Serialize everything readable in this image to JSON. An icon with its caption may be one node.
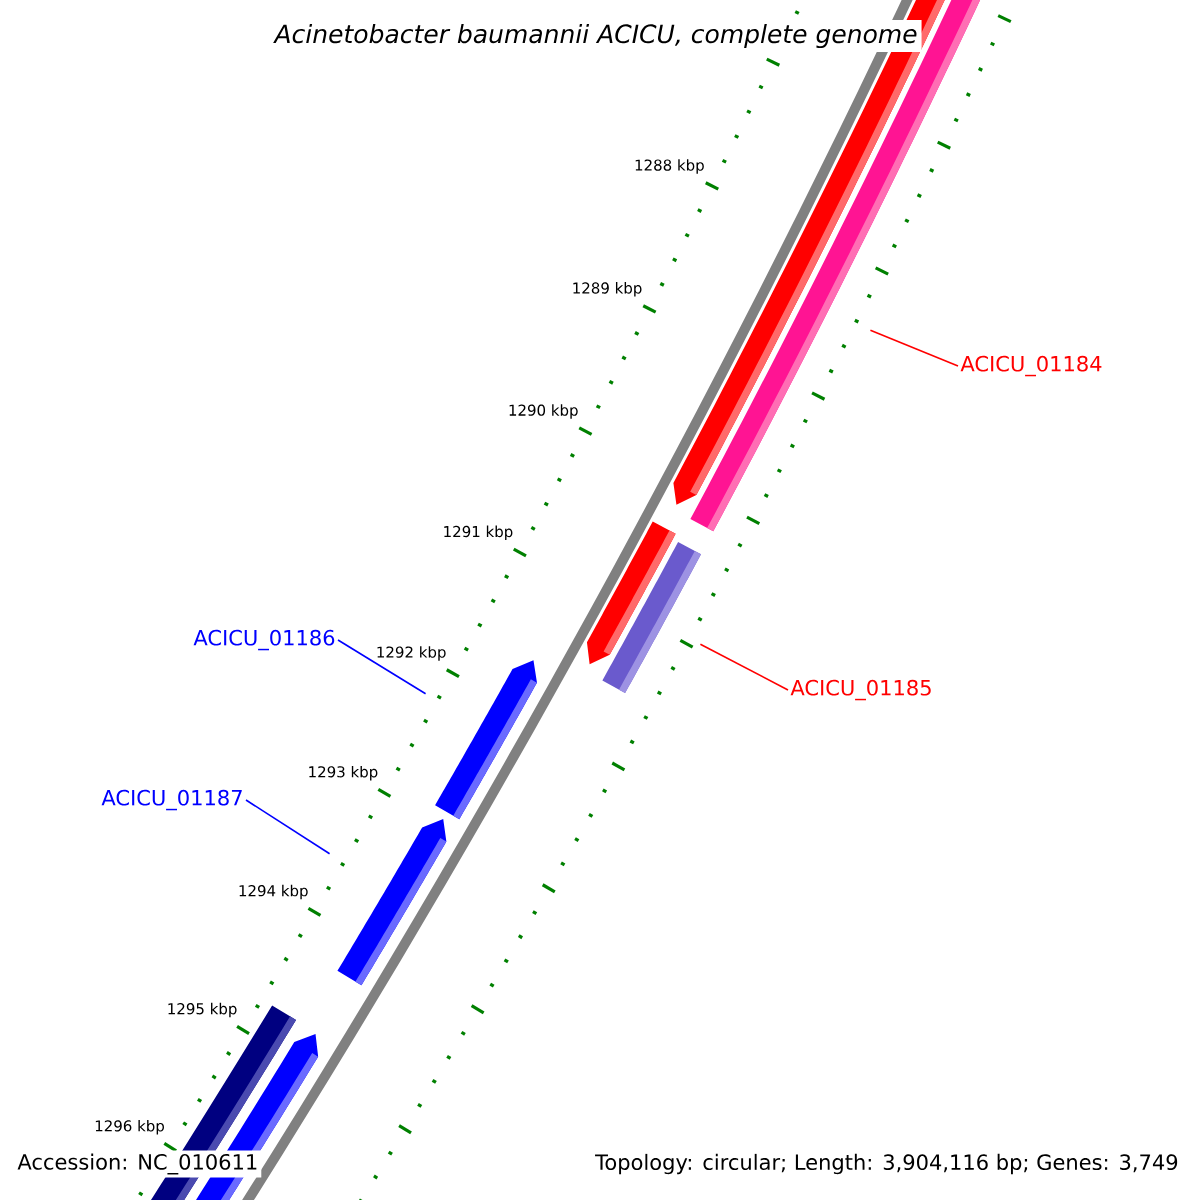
{
  "diagram": {
    "title": "Acinetobacter baumannii ACICU, complete genome",
    "nodes": [
      {
        "text": [
          "ACICU_01184"
        ]
      },
      {
        "text": [
          "ACICU_01185"
        ]
      },
      {
        "text": [
          "ACICU_01186"
        ]
      },
      {
        "text": [
          "ACICU_01187"
        ]
      },
      {
        "text": [],
        "shape": "bar"
      },
      {
        "text": [],
        "shape": "bar"
      },
      {
        "text": [],
        "shape": "bar"
      },
      {
        "text": [],
        "shape": "bar"
      }
    ],
    "edges": [
      {
        "from": 0,
        "to": 4,
        "arrow": "none",
        "color": "#ff0000"
      },
      {
        "from": 1,
        "to": 5,
        "arrow": "none",
        "color": "#ff0000"
      },
      {
        "from": 2,
        "to": 6,
        "arrow": "none",
        "color": "#0000ff"
      },
      {
        "from": 3,
        "to": 7,
        "arrow": "none",
        "color": "#0000ff"
      }
    ],
    "labels": [
      "1288 kbp",
      "1289 kbp",
      "1290 kbp",
      "1291 kbp",
      "1292 kbp",
      "1293 kbp",
      "1294 kbp",
      "1295 kbp",
      "1296 kbp",
      "Accession: NC_010611",
      "Topology: circular; Length: 3,904,116 bp; Genes: 3,749"
    ]
  }
}
